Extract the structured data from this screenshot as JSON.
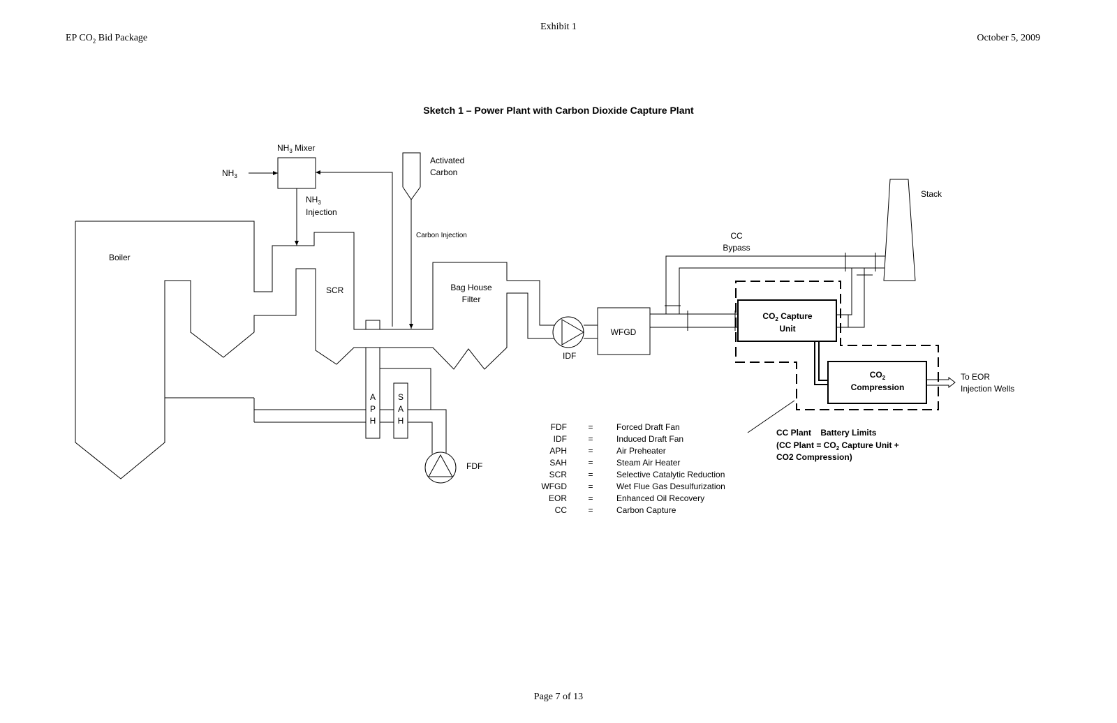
{
  "header": {
    "center": "Exhibit 1",
    "left_pre": "EP CO",
    "left_sub": "2",
    "left_post": " Bid Package",
    "right": "October 5, 2009"
  },
  "footer": "Page 7 of 13",
  "title": "Sketch 1 – Power Plant with Carbon Dioxide Capture Plant",
  "labels": {
    "nh3_mixer_pre": "NH",
    "nh3_mixer_sub": "3",
    "nh3_mixer_post": " Mixer",
    "nh3_in_pre": "NH",
    "nh3_in_sub": "3",
    "nh3_inj_pre": "NH",
    "nh3_inj_sub": "3",
    "nh3_inj_line2": "Injection",
    "activated_line1": "Activated",
    "activated_line2": "Carbon",
    "carbon_injection": "Carbon Injection",
    "boiler": "Boiler",
    "scr": "SCR",
    "bag_house_line1": "Bag House",
    "bag_house_line2": "Filter",
    "idf": "IDF",
    "wfgd": "WFGD",
    "fdf": "FDF",
    "aph_a": "A",
    "aph_p": "P",
    "aph_h": "H",
    "sah_s": "S",
    "sah_a": "A",
    "sah_h": "H",
    "stack": "Stack",
    "cc_bypass_line1": "CC",
    "cc_bypass_line2": "Bypass",
    "capture_pre": "CO",
    "capture_sub": "2",
    "capture_post": " Capture",
    "capture_line2": "Unit",
    "compression_pre": "CO",
    "compression_sub": "2",
    "compression_line2": "Compression",
    "eor_line1": "To EOR",
    "eor_line2": "Injection Wells",
    "battery_line1": "CC Plant    Battery Limits",
    "battery_line2_pre": "(CC Plant = CO",
    "battery_line2_sub": "2",
    "battery_line2_post": " Capture Unit +",
    "battery_line3": "CO2 Compression)"
  },
  "legend": [
    {
      "abbr": "FDF",
      "eq": "=",
      "desc": "Forced Draft Fan"
    },
    {
      "abbr": "IDF",
      "eq": "=",
      "desc": "Induced Draft Fan"
    },
    {
      "abbr": "APH",
      "eq": "=",
      "desc": "Air Preheater"
    },
    {
      "abbr": "SAH",
      "eq": "=",
      "desc": "Steam Air Heater"
    },
    {
      "abbr": "SCR",
      "eq": "=",
      "desc": "Selective Catalytic Reduction"
    },
    {
      "abbr": "WFGD",
      "eq": "=",
      "desc": "Wet Flue Gas Desulfurization"
    },
    {
      "abbr": "EOR",
      "eq": "=",
      "desc": "Enhanced Oil Recovery"
    },
    {
      "abbr": "CC",
      "eq": "=",
      "desc": "Carbon Capture"
    }
  ]
}
